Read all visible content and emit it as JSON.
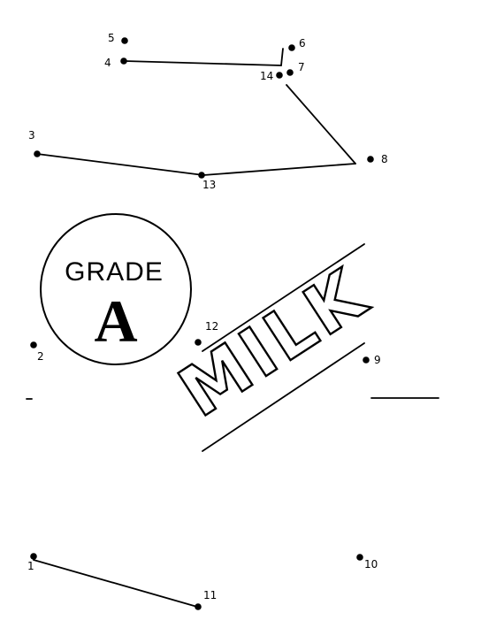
{
  "badge": {
    "top_text": "GRADE",
    "letter": "A"
  },
  "label": {
    "text": "MILK"
  },
  "dots": [
    {
      "label": "5"
    },
    {
      "label": "4"
    },
    {
      "label": "6"
    },
    {
      "label": "7"
    },
    {
      "label": "14"
    },
    {
      "label": "3"
    },
    {
      "label": "13"
    },
    {
      "label": "8"
    },
    {
      "label": "12"
    },
    {
      "label": "9"
    },
    {
      "label": "2"
    },
    {
      "label": "1"
    },
    {
      "label": "10"
    },
    {
      "label": "11"
    }
  ]
}
